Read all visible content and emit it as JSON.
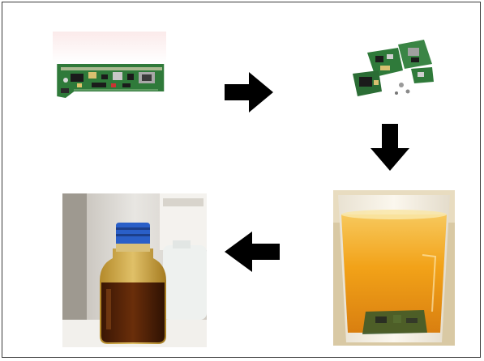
{
  "figure": {
    "steps": [
      {
        "id": "step-1",
        "icon": "circuit-board-icon"
      },
      {
        "id": "step-2",
        "icon": "shredded-board-icon"
      },
      {
        "id": "step-3",
        "icon": "beaker-leach-icon"
      },
      {
        "id": "step-4",
        "icon": "glass-bottle-icon"
      }
    ],
    "arrows": [
      {
        "id": "arrow-1",
        "direction": "right"
      },
      {
        "id": "arrow-2",
        "direction": "down"
      },
      {
        "id": "arrow-3",
        "direction": "left"
      }
    ],
    "colors": {
      "pcb_green": "#2f7a3a",
      "leach_liquid": "#f2a218",
      "bottle_liquid": "#4a1f06",
      "bottle_cap": "#2a5fc8",
      "arrow": "#000000",
      "frame_border": "#3a3a3a"
    }
  }
}
